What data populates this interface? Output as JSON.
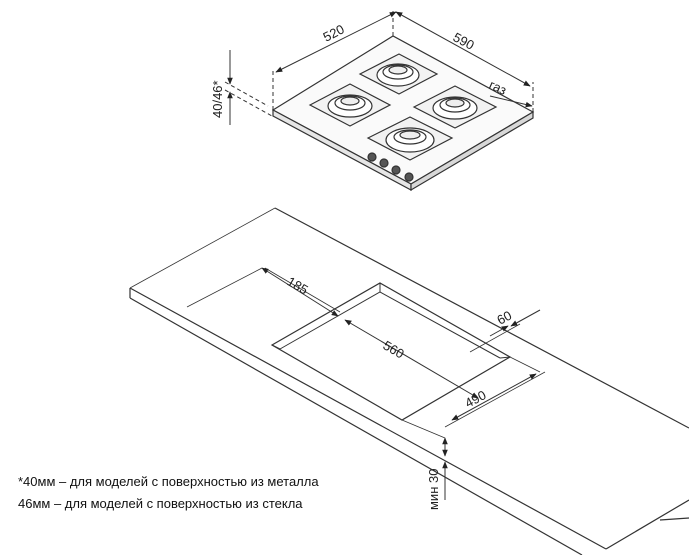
{
  "hob": {
    "width_label": "520",
    "depth_label": "590",
    "height_label": "40/46*",
    "gas_label": "газ"
  },
  "cutout": {
    "offset_label": "185",
    "width_label": "560",
    "edge_label": "60",
    "depth_label": "490",
    "min_label": "мин 30"
  },
  "notes": [
    "*40мм – для моделей с поверхностью из металла",
    "46мм – для моделей с поверхностью из стекла"
  ]
}
